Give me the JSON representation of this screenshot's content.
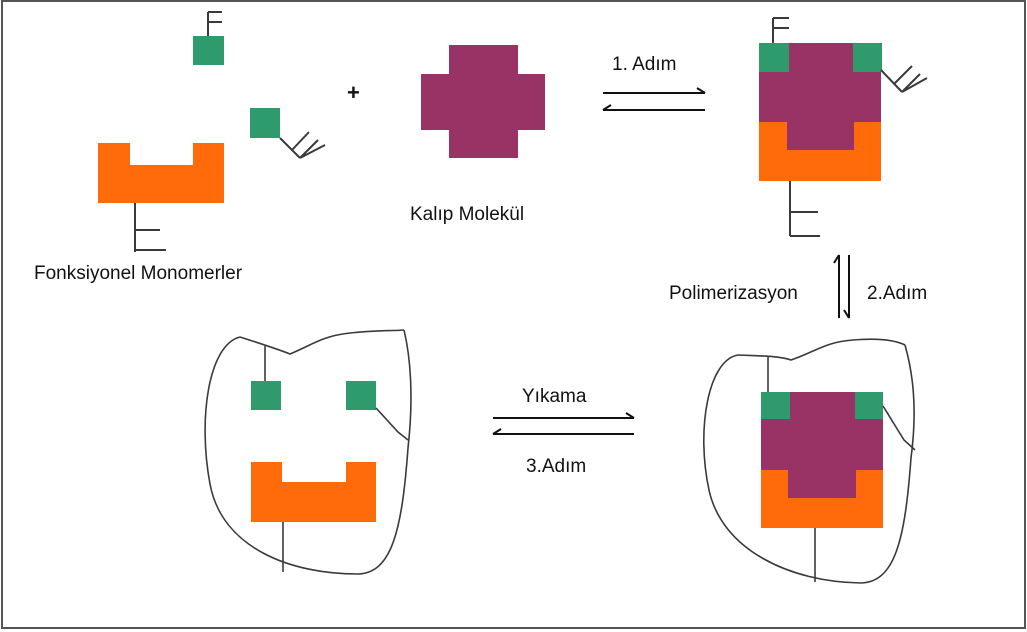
{
  "labels": {
    "functional_monomers": "Fonksiyonel Monomerler",
    "template_molecule": "Kalıp Molekül",
    "step1": "1. Adım",
    "polymerization": "Polimerizasyon",
    "step2": "2.Adım",
    "washing": "Yıkama",
    "step3": "3.Adım",
    "plus": "+"
  },
  "colors": {
    "monomer_green": "#2f9a6c",
    "monomer_orange": "#ff6a0a",
    "template_purple": "#993366",
    "frame": "#555555",
    "line": "#3a3a3a"
  }
}
